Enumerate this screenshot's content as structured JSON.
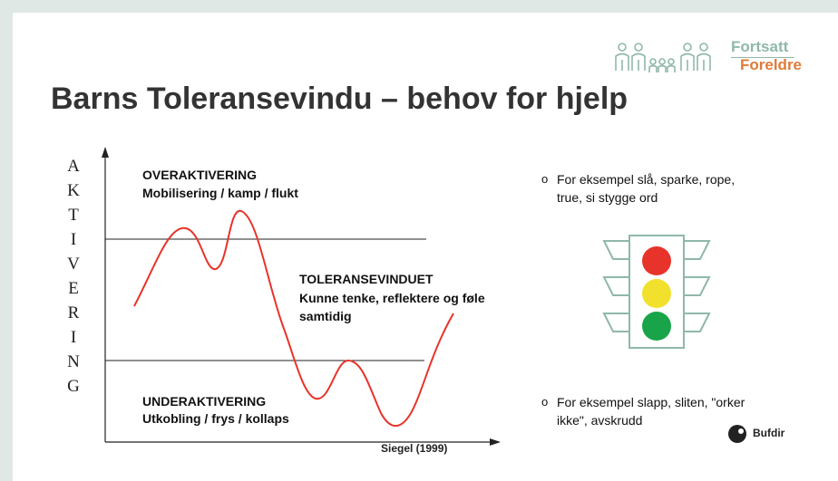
{
  "title": "Barns Toleransevindu – behov for hjelp",
  "logo": {
    "line1": "Fortsatt",
    "line2": "Foreldre",
    "icon": "family-icon"
  },
  "y_axis_letters": [
    "A",
    "K",
    "T",
    "I",
    "V",
    "E",
    "R",
    "I",
    "N",
    "G"
  ],
  "zones": {
    "over": {
      "title": "OVERAKTIVERING",
      "desc": "Mobilisering / kamp / flukt"
    },
    "tolerance": {
      "title": "TOLERANSEVINDUET",
      "desc_line1": "Kunne tenke, reflektere og føle",
      "desc_line2": "samtidig"
    },
    "under": {
      "title": "UNDERAKTIVERING",
      "desc": "Utkobling / frys / kollaps"
    }
  },
  "source": "Siegel (1999)",
  "bullets": {
    "top": {
      "line1": "For eksempel slå, sparke, rope,",
      "line2": "true, si stygge ord"
    },
    "bottom": {
      "line1": "For eksempel slapp, sliten, \"orker",
      "line2": "ikke\", avskrudd"
    }
  },
  "traffic_light": {
    "icon": "traffic-light-icon",
    "colors": [
      "#e8332a",
      "#f1e12c",
      "#1aa44a"
    ],
    "frame_color": "#8fb8a8"
  },
  "footer_logo": {
    "text": "Bufdir",
    "icon": "bufdir-logo-icon"
  },
  "colors": {
    "curve": "#e8332a",
    "heading": "#333333",
    "accent_green": "#8fb8a8",
    "accent_orange": "#e07b39"
  }
}
